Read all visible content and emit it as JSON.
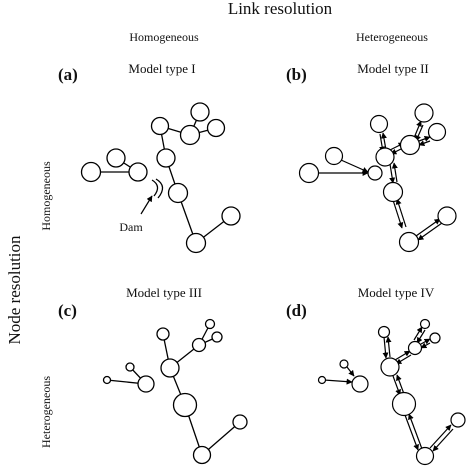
{
  "headers": {
    "link_resolution": "Link resolution",
    "node_resolution": "Node resolution",
    "col_homogeneous": "Homogeneous",
    "col_heterogeneous": "Heterogeneous",
    "row_homogeneous": "Homogeneous",
    "row_heterogeneous": "Heterogeneous"
  },
  "panels": [
    {
      "id": "a",
      "letter": "(a)",
      "model": "Model type I"
    },
    {
      "id": "b",
      "letter": "(b)",
      "model": "Model type II"
    },
    {
      "id": "c",
      "letter": "(c)",
      "model": "Model type III"
    },
    {
      "id": "d",
      "letter": "(d)",
      "model": "Model type IV"
    }
  ],
  "annotations": {
    "dam_label": "Dam"
  }
}
